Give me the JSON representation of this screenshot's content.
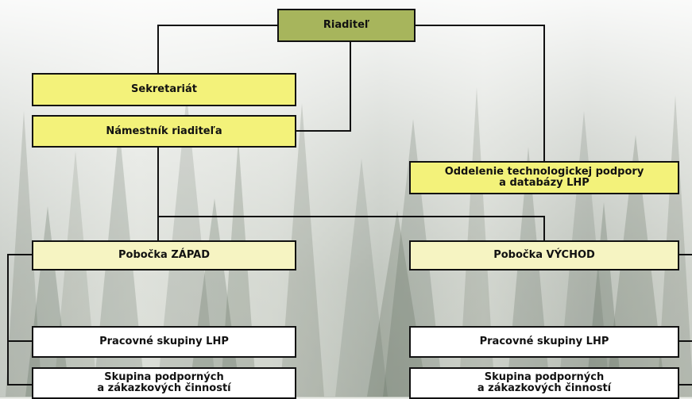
{
  "diagram": {
    "director": "Riaditeľ",
    "secretariat": "Sekretariát",
    "deputy_director": "Námestník riaditeľa",
    "tech_support_dept": "Oddelenie technologickej podpory\na databázy LHP",
    "branch_west": {
      "title": "Pobočka ZÁPAD",
      "work_groups": "Pracovné skupiny LHP",
      "support_group": "Skupina podporných\na zákazkových činností"
    },
    "branch_east": {
      "title": "Pobočka VÝCHOD",
      "work_groups": "Pracovné skupiny LHP",
      "support_group": "Skupina podporných\na zákazkových činností"
    }
  },
  "colors": {
    "management_box": "#f3f27a",
    "director_box": "#a7b55c",
    "branch_box": "#f6f4c2",
    "group_box": "#ffffff",
    "connector": "#111111"
  },
  "background": "foggy-forest-photo"
}
